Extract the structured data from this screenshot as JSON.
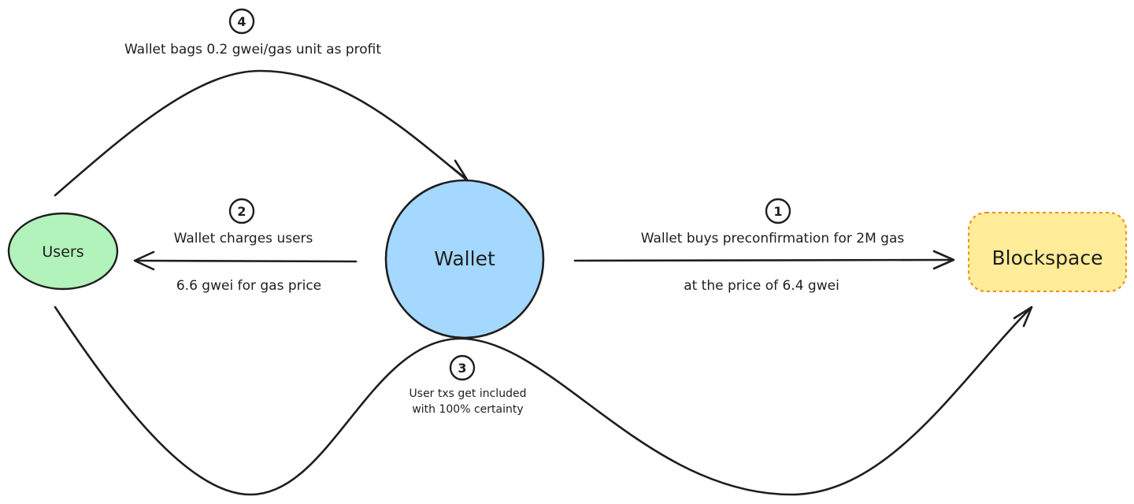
{
  "nodes": {
    "users": {
      "label": "Users",
      "fill": "#b2f2bb"
    },
    "wallet": {
      "label": "Wallet",
      "fill": "#a5d8ff"
    },
    "blockspace": {
      "label": "Blockspace",
      "fill": "#ffec99",
      "border": "#f08c00"
    }
  },
  "steps": [
    {
      "number": "1",
      "lines": [
        "Wallet buys preconfirmation for 2M gas",
        "at the price of 6.4 gwei"
      ]
    },
    {
      "number": "2",
      "lines": [
        "Wallet charges users",
        "6.6 gwei for gas price"
      ]
    },
    {
      "number": "3",
      "lines": [
        "User txs get included",
        "with 100% certainty"
      ]
    },
    {
      "number": "4",
      "lines": [
        "Wallet bags 0.2 gwei/gas unit as profit"
      ]
    }
  ],
  "colors": {
    "stroke": "#1e1e1e",
    "background": "#ffffff"
  }
}
